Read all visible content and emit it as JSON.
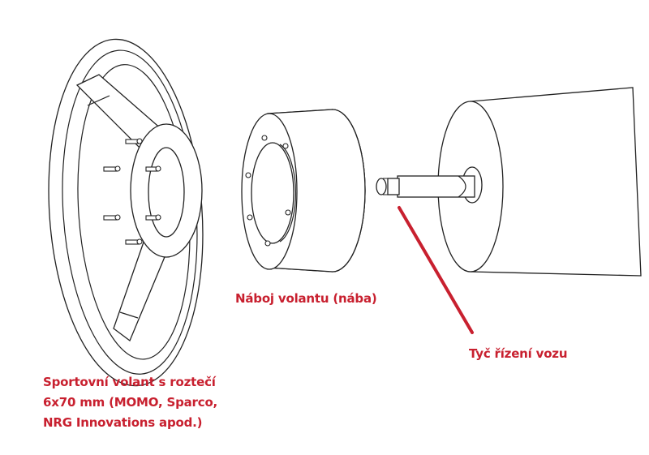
{
  "labels": {
    "wheel": [
      "Sportovní volant s roztečí",
      "6x70 mm (MOMO, Sparco,",
      "NRG Innovations apod.)"
    ],
    "hub": "Náboj volantu (nába)",
    "column": "Tyč řízení vozu"
  },
  "colors": {
    "label": "#c8202f",
    "line": "#222222",
    "pointer": "#c8202f"
  }
}
